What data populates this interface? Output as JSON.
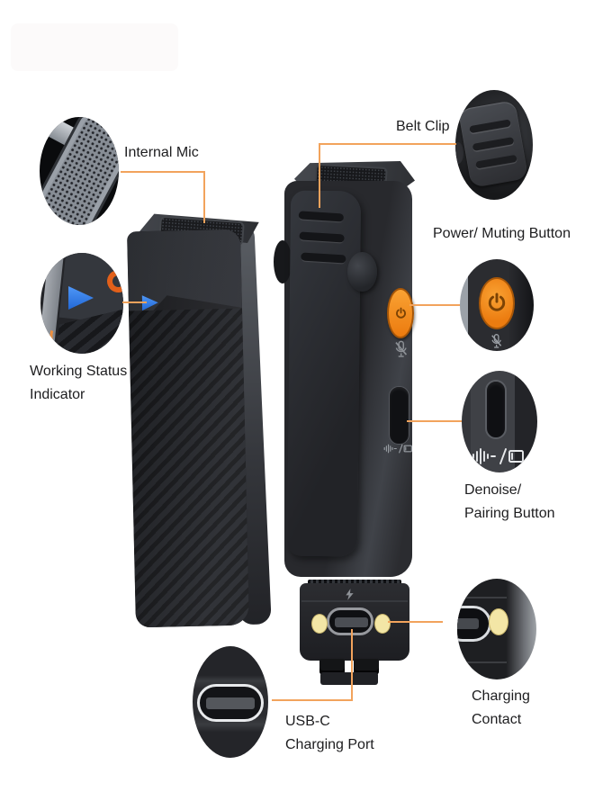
{
  "colors": {
    "background": "#ffffff",
    "leader_line": "#f2a35c",
    "power_button_orange": "#ee7f12",
    "status_led_blue": "#2f80ed",
    "charging_contact_yellow": "#f3e6a6",
    "label_text": "#1d1d1f"
  },
  "labels": {
    "internal_mic": "Internal Mic",
    "belt_clip": "Belt Clip",
    "power_muting": "Power/ Muting Button",
    "working_status_line1": "Working Status",
    "working_status_line2": "Indicator",
    "denoise_line1": "Denoise/",
    "denoise_line2": "Pairing Button",
    "charging_contact_line1": "Charging",
    "charging_contact_line2": "Contact",
    "usb_c_line1": "USB-C",
    "usb_c_line2": "Charging Port"
  },
  "icons": {
    "power": "power-icon",
    "mic_mute": "mic-mute-icon",
    "denoise_wave": "denoise-wave-icon",
    "pairing_card": "pairing-icon",
    "lightning": "charging-bolt-icon",
    "status_led": "triangle-led-icon"
  }
}
